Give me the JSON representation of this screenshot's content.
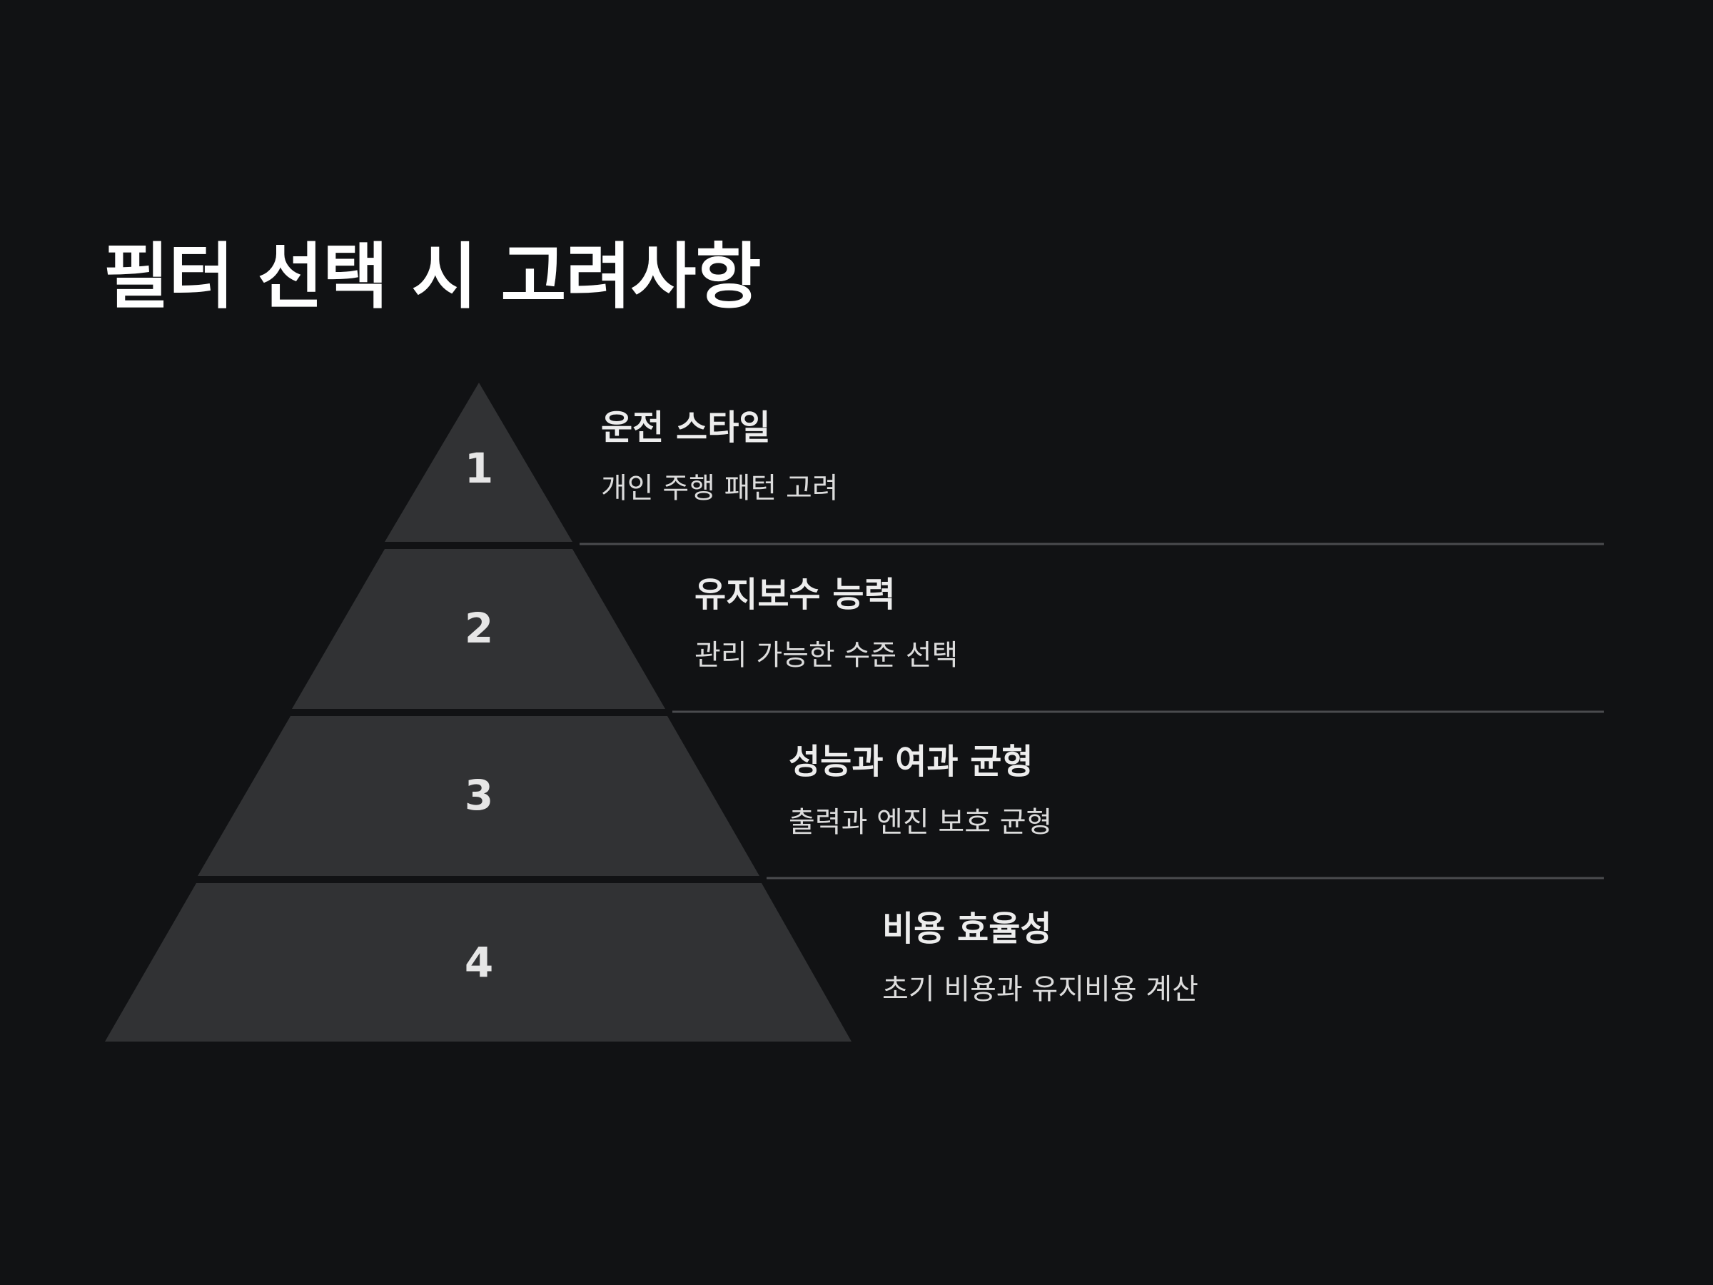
{
  "title": "필터 선택 시 고려사항",
  "colors": {
    "background": "#111214",
    "tier_fill": "#313234",
    "divider": "#4a4b4e",
    "text_primary": "#ffffff"
  },
  "levels": [
    {
      "number": "1",
      "title": "운전 스타일",
      "description": "개인 주행 패턴 고려"
    },
    {
      "number": "2",
      "title": "유지보수 능력",
      "description": "관리 가능한 수준 선택"
    },
    {
      "number": "3",
      "title": "성능과 여과 균형",
      "description": "출력과 엔진 보호 균형"
    },
    {
      "number": "4",
      "title": "비용 효율성",
      "description": "초기 비용과 유지비용 계산"
    }
  ]
}
